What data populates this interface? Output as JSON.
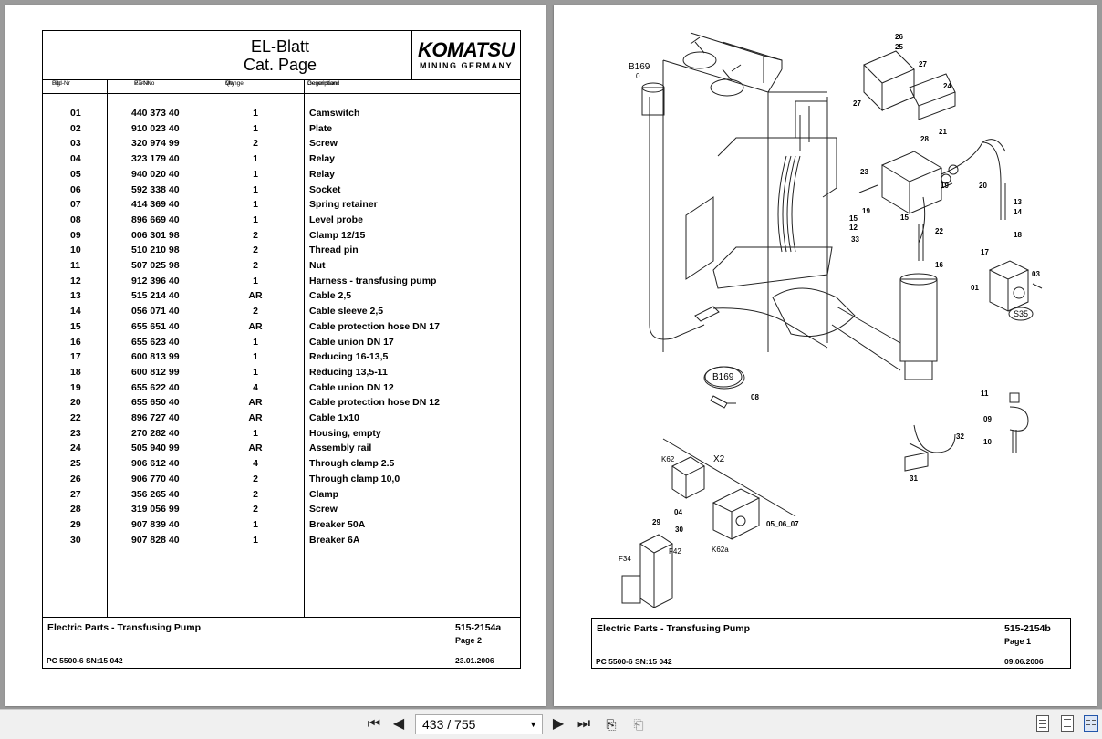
{
  "left": {
    "title_line1": "EL-Blatt",
    "title_line2": "Cat. Page",
    "logo_main": "KOMATSU",
    "logo_sub": "MINING GERMANY",
    "columns": [
      {
        "de": "Bild-Nr",
        "en": "Fig"
      },
      {
        "de": "ET-Nr",
        "en": "Part-No"
      },
      {
        "de": "Menge",
        "en": "Qty"
      },
      {
        "de": "Gegenstand",
        "en": "Description"
      }
    ],
    "rows": [
      {
        "fig": "01",
        "part": "440 373 40",
        "qty": "1",
        "desc": "Camswitch"
      },
      {
        "fig": "02",
        "part": "910 023 40",
        "qty": "1",
        "desc": "Plate"
      },
      {
        "fig": "03",
        "part": "320 974 99",
        "qty": "2",
        "desc": "Screw"
      },
      {
        "fig": "04",
        "part": "323 179 40",
        "qty": "1",
        "desc": "Relay"
      },
      {
        "fig": "05",
        "part": "940 020 40",
        "qty": "1",
        "desc": "Relay"
      },
      {
        "fig": "06",
        "part": "592 338 40",
        "qty": "1",
        "desc": "Socket"
      },
      {
        "fig": "07",
        "part": "414 369 40",
        "qty": "1",
        "desc": "Spring retainer"
      },
      {
        "fig": "08",
        "part": "896 669 40",
        "qty": "1",
        "desc": "Level probe"
      },
      {
        "fig": "09",
        "part": "006 301 98",
        "qty": "2",
        "desc": "Clamp 12/15"
      },
      {
        "fig": "10",
        "part": "510 210 98",
        "qty": "2",
        "desc": "Thread pin"
      },
      {
        "fig": "11",
        "part": "507 025 98",
        "qty": "2",
        "desc": "Nut"
      },
      {
        "fig": "12",
        "part": "912 396 40",
        "qty": "1",
        "desc": "Harness - transfusing pump"
      },
      {
        "fig": "13",
        "part": "515 214 40",
        "qty": "AR",
        "desc": "Cable 2,5"
      },
      {
        "fig": "14",
        "part": "056 071 40",
        "qty": "2",
        "desc": "Cable sleeve 2,5"
      },
      {
        "fig": "15",
        "part": "655 651 40",
        "qty": "AR",
        "desc": "Cable protection hose DN 17"
      },
      {
        "fig": "16",
        "part": "655 623 40",
        "qty": "1",
        "desc": "Cable union DN 17"
      },
      {
        "fig": "17",
        "part": "600 813 99",
        "qty": "1",
        "desc": "Reducing 16-13,5"
      },
      {
        "fig": "18",
        "part": "600 812 99",
        "qty": "1",
        "desc": "Reducing 13,5-11"
      },
      {
        "fig": "19",
        "part": "655 622 40",
        "qty": "4",
        "desc": "Cable union DN 12"
      },
      {
        "fig": "20",
        "part": "655 650 40",
        "qty": "AR",
        "desc": "Cable protection hose DN 12"
      },
      {
        "fig": "22",
        "part": "896 727 40",
        "qty": "AR",
        "desc": "Cable 1x10"
      },
      {
        "fig": "23",
        "part": "270 282 40",
        "qty": "1",
        "desc": "Housing, empty"
      },
      {
        "fig": "24",
        "part": "505 940 99",
        "qty": "AR",
        "desc": "Assembly rail"
      },
      {
        "fig": "25",
        "part": "906 612 40",
        "qty": "4",
        "desc": "Through clamp 2.5"
      },
      {
        "fig": "26",
        "part": "906 770 40",
        "qty": "2",
        "desc": "Through clamp 10,0"
      },
      {
        "fig": "27",
        "part": "356 265 40",
        "qty": "2",
        "desc": "Clamp"
      },
      {
        "fig": "28",
        "part": "319 056 99",
        "qty": "2",
        "desc": "Screw"
      },
      {
        "fig": "29",
        "part": "907 839 40",
        "qty": "1",
        "desc": "Breaker 50A"
      },
      {
        "fig": "30",
        "part": "907 828 40",
        "qty": "1",
        "desc": "Breaker 6A"
      }
    ],
    "footer": {
      "title": "Electric Parts - Transfusing Pump",
      "doc_number": "515-2154a",
      "page": "Page 2",
      "model": "PC 5500-6 SN:15 042",
      "date": "23.01.2006"
    }
  },
  "right": {
    "drawing_labels": {
      "b169_top": "B169",
      "b169_bottom": "B169",
      "x2": "X2",
      "k62": "K62",
      "k62a": "K62a",
      "s35": "S35",
      "f34": "F34",
      "f42": "F42",
      "n01": "01",
      "n03": "03",
      "n04": "04",
      "n0507": "05_06_07",
      "n08": "08",
      "n09": "09",
      "n10": "10",
      "n11": "11",
      "n12": "12",
      "n13": "13",
      "n14": "14",
      "n15a": "15",
      "n15b": "15",
      "n16": "16",
      "n17": "17",
      "n18": "18",
      "n19a": "19",
      "n19b": "19",
      "n20": "20",
      "n21": "21",
      "n22": "22",
      "n23": "23",
      "n24": "24",
      "n25": "25",
      "n26": "26",
      "n27a": "27",
      "n27b": "27",
      "n28": "28",
      "n29": "29",
      "n30": "30",
      "n31": "31",
      "n32": "32",
      "n33": "33",
      "n0": "0"
    },
    "footer": {
      "title": "Electric Parts - Transfusing Pump",
      "doc_number": "515-2154b",
      "page": "Page 1",
      "model": "PC 5500-6 SN:15 042",
      "date": "09.06.2006"
    }
  },
  "toolbar": {
    "current_page": "433",
    "page_display": "433 / 755",
    "first_icon": "first-page-icon",
    "prev_icon": "previous-page-icon",
    "next_icon": "next-page-icon",
    "last_icon": "last-page-icon"
  }
}
